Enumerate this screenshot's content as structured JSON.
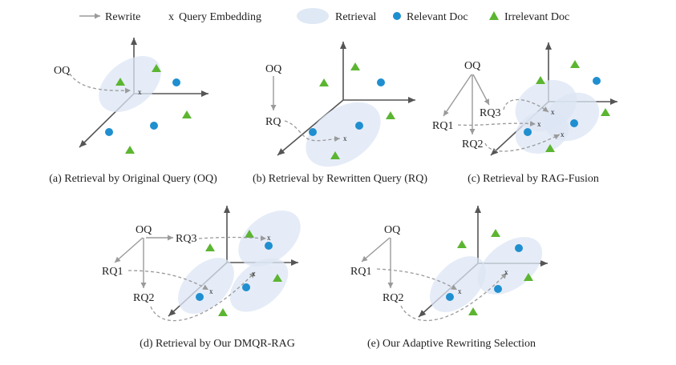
{
  "legend": {
    "rewrite": "Rewrite",
    "query_embedding_symbol": "x",
    "query_embedding": "Query Embedding",
    "retrieval": "Retrieval",
    "relevant_doc": "Relevant Doc",
    "irrelevant_doc": "Irrelevant Doc"
  },
  "colors": {
    "axis": "#555555",
    "relevant": "#1f8fd0",
    "irrelevant": "#5cb531",
    "retrieval_fill": "#dce6f4",
    "arrow": "#9a9a9a"
  },
  "panels": {
    "a": {
      "caption": "(a) Retrieval by Original Query (OQ)",
      "oq": "OQ",
      "query_marker": "x"
    },
    "b": {
      "caption": "(b) Retrieval by Rewritten Query (RQ)",
      "oq": "OQ",
      "rq": "RQ",
      "query_marker": "x"
    },
    "c": {
      "caption": "(c) Retrieval by RAG-Fusion",
      "oq": "OQ",
      "rq1": "RQ1",
      "rq2": "RQ2",
      "rq3": "RQ3",
      "query_marker": "x"
    },
    "d": {
      "caption": "(d) Retrieval by Our DMQR-RAG",
      "oq": "OQ",
      "rq1": "RQ1",
      "rq2": "RQ2",
      "rq3": "RQ3",
      "query_marker": "x"
    },
    "e": {
      "caption": "(e) Our Adaptive Rewriting Selection",
      "oq": "OQ",
      "rq1": "RQ1",
      "rq2": "RQ2",
      "query_marker": "x"
    }
  }
}
